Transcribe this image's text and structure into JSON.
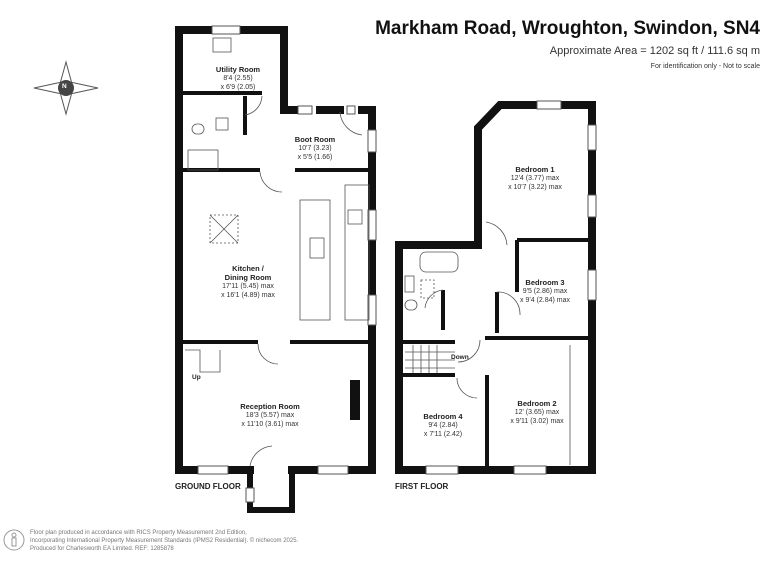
{
  "header": {
    "title": "Markham Road, Wroughton, Swindon, SN4",
    "area": "Approximate Area = 1202 sq ft / 111.6 sq m",
    "note": "For identification only - Not to scale"
  },
  "compass": {
    "label": "N"
  },
  "ground_floor": {
    "label": "GROUND FLOOR",
    "stairs_label": "Up",
    "rooms": [
      {
        "name": "Utility Room",
        "dim1": "8'4 (2.55)",
        "dim2": "x 6'9 (2.05)"
      },
      {
        "name": "Boot Room",
        "dim1": "10'7 (3.23)",
        "dim2": "x 5'5 (1.66)"
      },
      {
        "name": "Kitchen /",
        "name2": "Dining Room",
        "dim1": "17'11 (5.45) max",
        "dim2": "x 16'1 (4.89) max"
      },
      {
        "name": "Reception Room",
        "dim1": "18'3 (5.57) max",
        "dim2": "x 11'10 (3.61) max"
      }
    ]
  },
  "first_floor": {
    "label": "FIRST FLOOR",
    "stairs_label": "Down",
    "rooms": [
      {
        "name": "Bedroom 1",
        "dim1": "12'4 (3.77) max",
        "dim2": "x 10'7 (3.22) max"
      },
      {
        "name": "Bedroom 3",
        "dim1": "9'5 (2.86) max",
        "dim2": "x 9'4 (2.84) max"
      },
      {
        "name": "Bedroom 4",
        "dim1": "9'4 (2.84)",
        "dim2": "x 7'11 (2.42)"
      },
      {
        "name": "Bedroom 2",
        "dim1": "12' (3.65) max",
        "dim2": "x 9'11 (3.02) max"
      }
    ]
  },
  "footer": {
    "line1": "Floor plan produced in accordance with RICS Property Measurement 2nd Edition,",
    "line2": "Incorporating International Property Measurement Standards (IPMS2 Residential).   © nichecom 2025.",
    "line3": "Produced for Charlesworth EA Limited.   REF: 1285878"
  }
}
